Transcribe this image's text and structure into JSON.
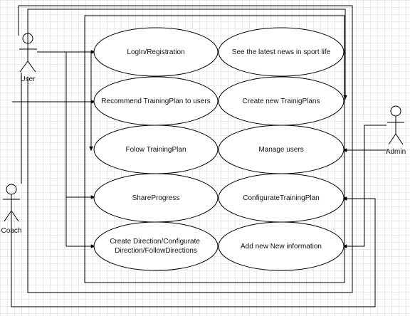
{
  "diagram": {
    "actors": [
      {
        "id": "user",
        "label": "User"
      },
      {
        "id": "coach",
        "label": "Coach"
      },
      {
        "id": "admin",
        "label": "Admin"
      }
    ],
    "use_cases": [
      {
        "id": "login",
        "lines": [
          "LogIn/Registration"
        ]
      },
      {
        "id": "news",
        "lines": [
          "See the latest news in sport life"
        ]
      },
      {
        "id": "recommend",
        "lines": [
          "Recommend TrainingPlan to users"
        ]
      },
      {
        "id": "create_plans",
        "lines": [
          "Create new TrainigPlans"
        ]
      },
      {
        "id": "follow",
        "lines": [
          "Folow TrainingPlan"
        ]
      },
      {
        "id": "manage_users",
        "lines": [
          "Manage users"
        ]
      },
      {
        "id": "share",
        "lines": [
          "ShareProgress"
        ]
      },
      {
        "id": "configurate",
        "lines": [
          "ConfigurateTrainingPlan"
        ]
      },
      {
        "id": "direction",
        "lines": [
          "Create Direction/Configurate",
          "Direction/FollowDirections"
        ]
      },
      {
        "id": "add_info",
        "lines": [
          "Add new New information"
        ]
      }
    ]
  }
}
